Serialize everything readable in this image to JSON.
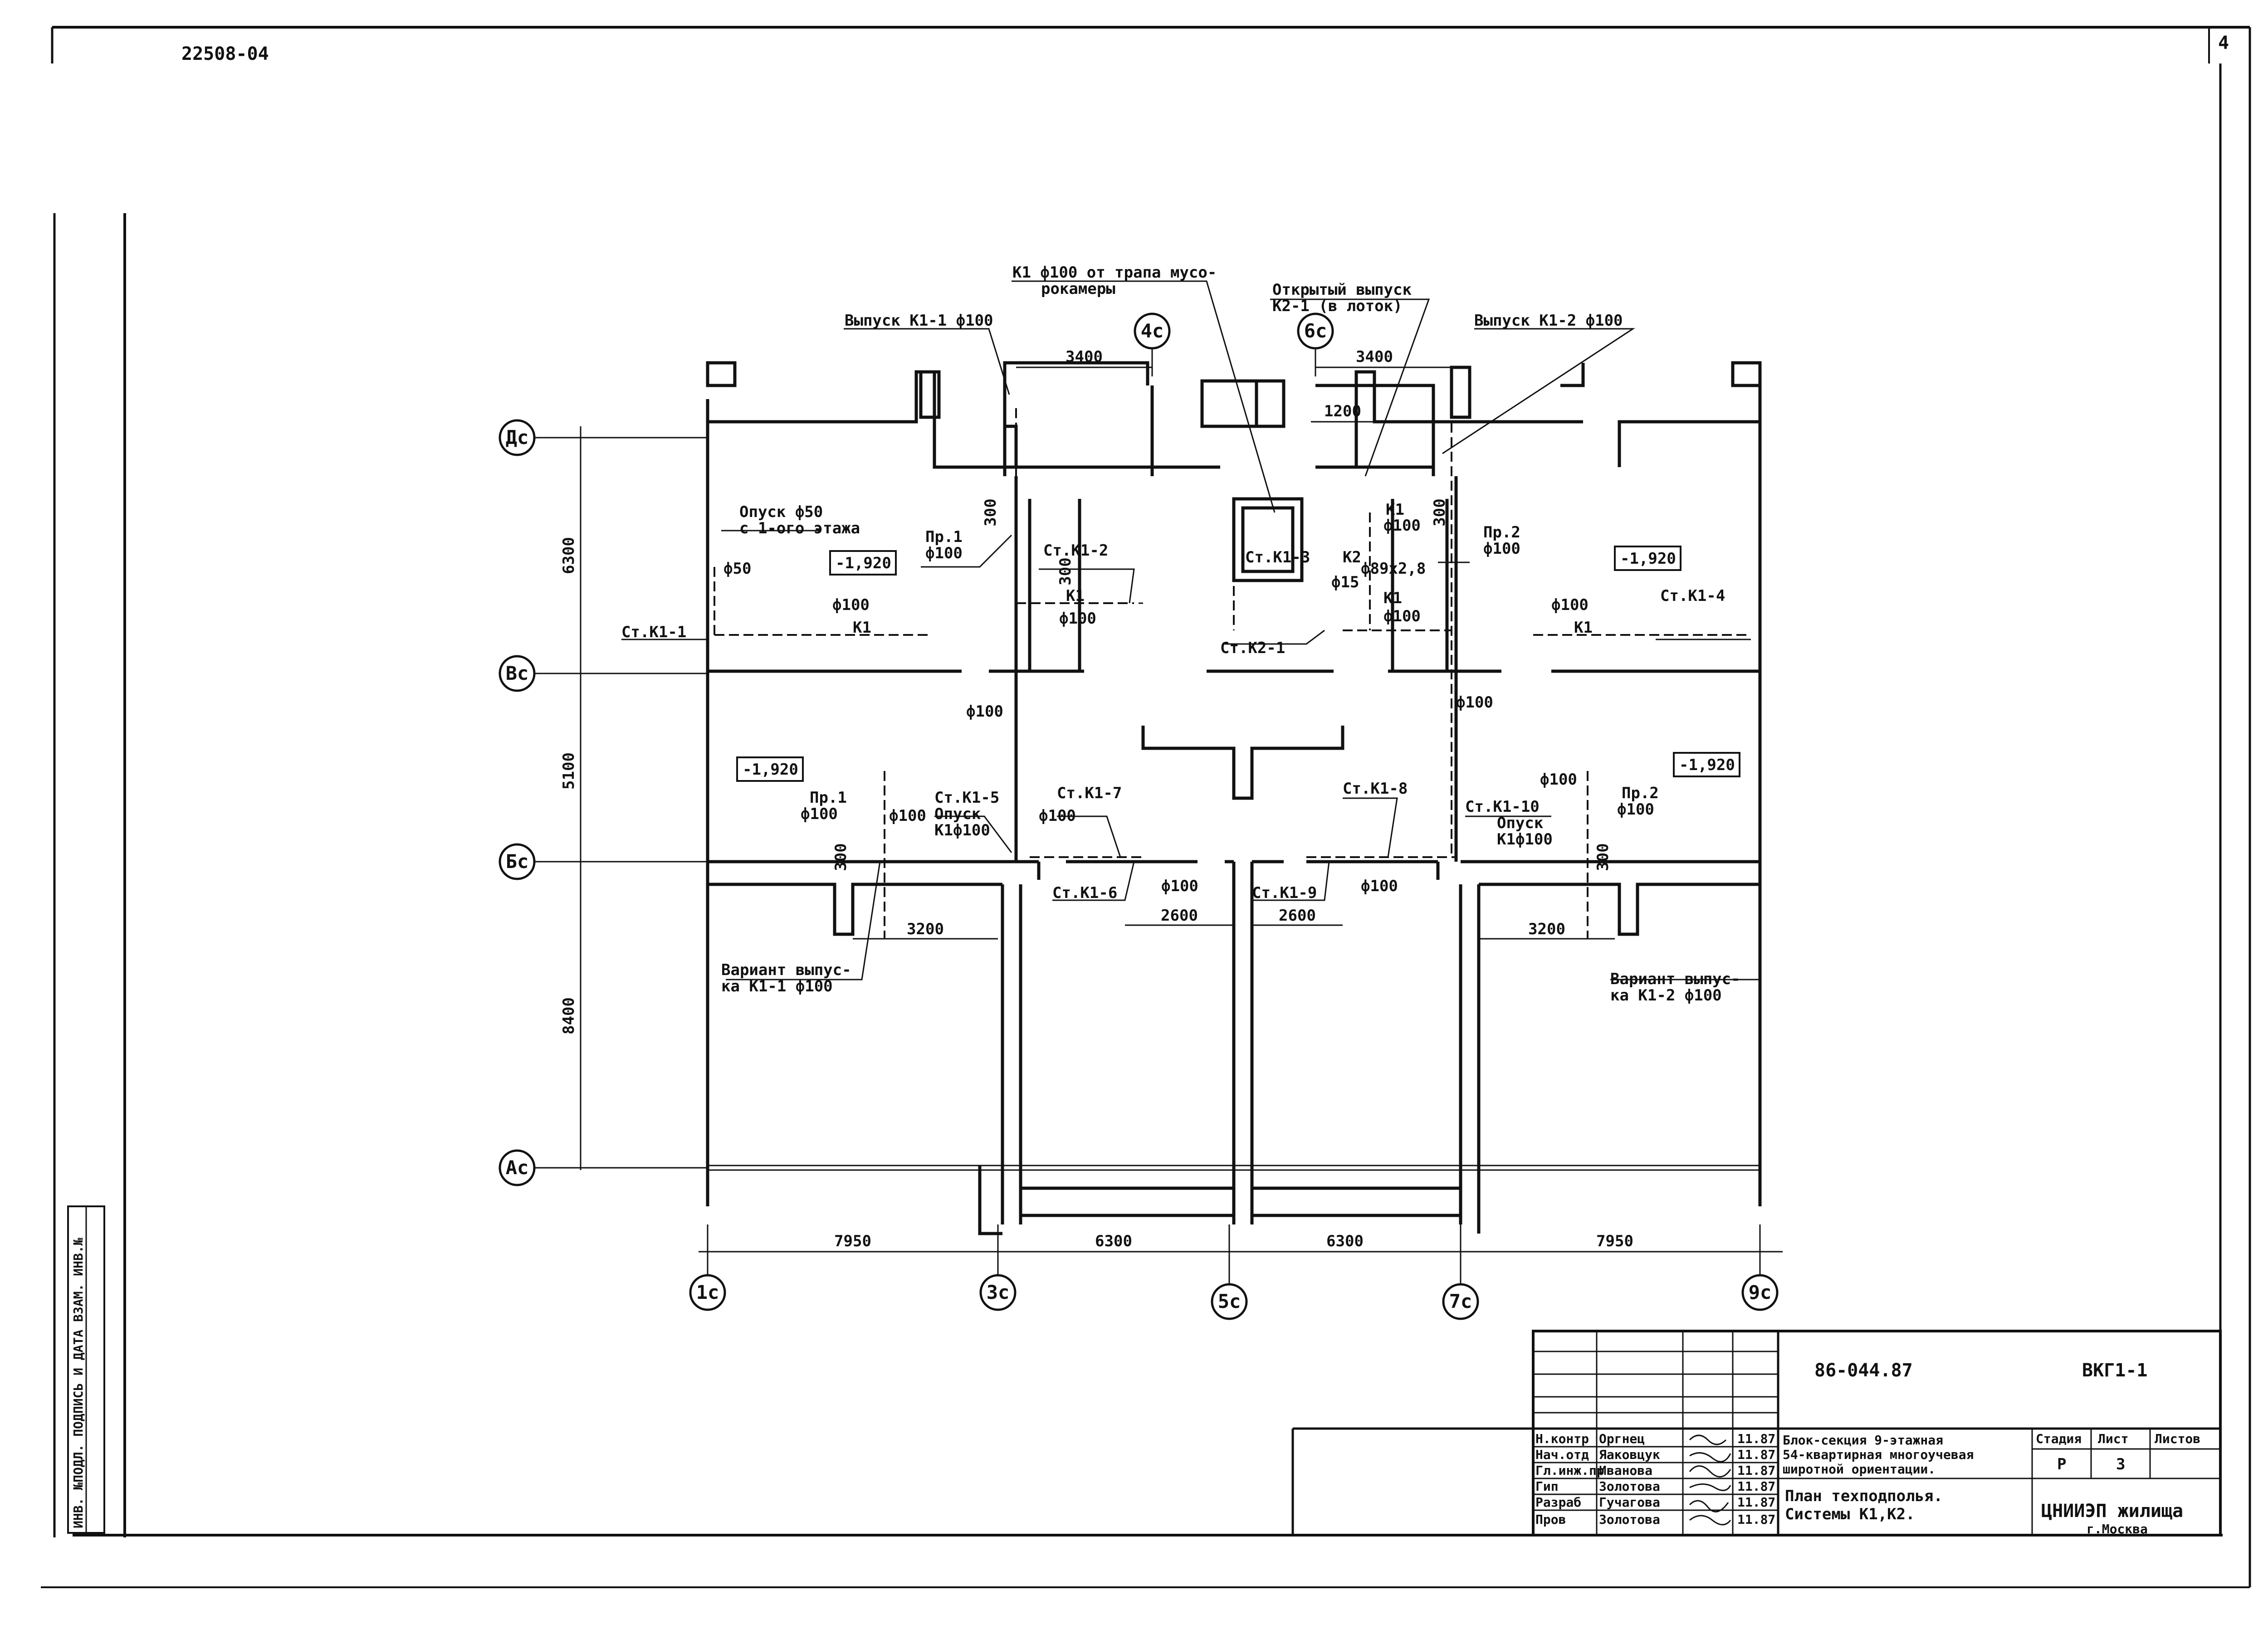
{
  "sheet": {
    "archive_number": "22508-04",
    "sheet_number": "4",
    "side_stamp": "ИНВ. №ПОДЛ.  ПОДПИСЬ И ДАТА  ВЗАМ. ИНВ.№"
  },
  "axes": {
    "columns": [
      "1с",
      "3с",
      "4с",
      "5с",
      "6с",
      "7с",
      "9с"
    ],
    "rows": [
      "Дс",
      "Вс",
      "Бс",
      "Ас"
    ]
  },
  "dimensions": {
    "bottom": [
      "7950",
      "6300",
      "6300",
      "7950"
    ],
    "left": [
      "6300",
      "5100",
      "8400"
    ],
    "top": [
      "3400",
      "3400"
    ],
    "inner_top": "1200",
    "lower": [
      "3200",
      "2600",
      "2600",
      "3200"
    ],
    "small": [
      "300",
      "300",
      "300",
      "300",
      "300"
    ]
  },
  "levels": [
    "-1,920",
    "-1,920",
    "-1,920",
    "-1,920"
  ],
  "annotations": {
    "trap": "К1 ф100 от трапа мусо-\nрокамеры",
    "open_outlet": "Открытый выпуск\nК2-1 (в лоток)",
    "outlet_k11": "Выпуск К1-1 ф100",
    "outlet_k12": "Выпуск К1-2 ф100",
    "drop": "Опуск ф50\nс 1-ого этажа",
    "pr1_top": "Пр.1\nф100",
    "pr2_top": "Пр.2\nф100",
    "pr1_bot": "Пр.1\nф100",
    "pr2_bot": "Пр.2\nф100",
    "st_k11": "Ст.К1-1",
    "st_k12": "Ст.К1-2",
    "st_k13": "Ст.К1-3",
    "st_k14": "Ст.К1-4",
    "st_k15": "Ст.К1-5\nОпуск\nК1ф100",
    "st_k16": "Ст.К1-6",
    "st_k17": "Ст.К1-7",
    "st_k18": "Ст.К1-8",
    "st_k19": "Ст.К1-9",
    "st_k110": "Ст.К1-10\nОпуск\nК1ф100",
    "st_k21": "Ст.К2-1",
    "variant1": "Вариант выпус-\nка К1-1 ф100",
    "variant2": "Вариант выпус-\nка К1-2 ф100",
    "pipe_k1": "К1",
    "pipe_k2": "К2",
    "d100": "ф100",
    "d50": "ф50",
    "d15": "ф15",
    "d89": "ф89х2,8"
  },
  "title_block": {
    "code": "86-044.87",
    "sheet_code": "ВКГ1-1",
    "title": "Блок-секция 9-этажная\n54-квартирная многоучевая\nширотной ориентации.",
    "drawing_name": "План техподполья.\nСистемы К1,К2.",
    "stage_label": "Стадия",
    "sheet_label": "Лист",
    "sheets_label": "Листов",
    "stage": "Р",
    "sheet": "3",
    "sheets": "",
    "organization": "ЦНИИЭП жилища\nг.Москва",
    "staff": [
      {
        "role": "Н.контр",
        "name": "Оргнец"
      },
      {
        "role": "Нач.отд",
        "name": "Яаковцук"
      },
      {
        "role": "Гл.инж.пр",
        "name": "Иванова"
      },
      {
        "role": "Гип",
        "name": "Золотова"
      },
      {
        "role": "Разраб",
        "name": "Гучагова"
      },
      {
        "role": "Пров",
        "name": "Золотова"
      }
    ],
    "dates": [
      "11.87",
      "11.87",
      "11.87",
      "11.87",
      "11.87",
      "11.87"
    ]
  },
  "colors": {
    "ink": "#111111",
    "paper": "#ffffff"
  }
}
